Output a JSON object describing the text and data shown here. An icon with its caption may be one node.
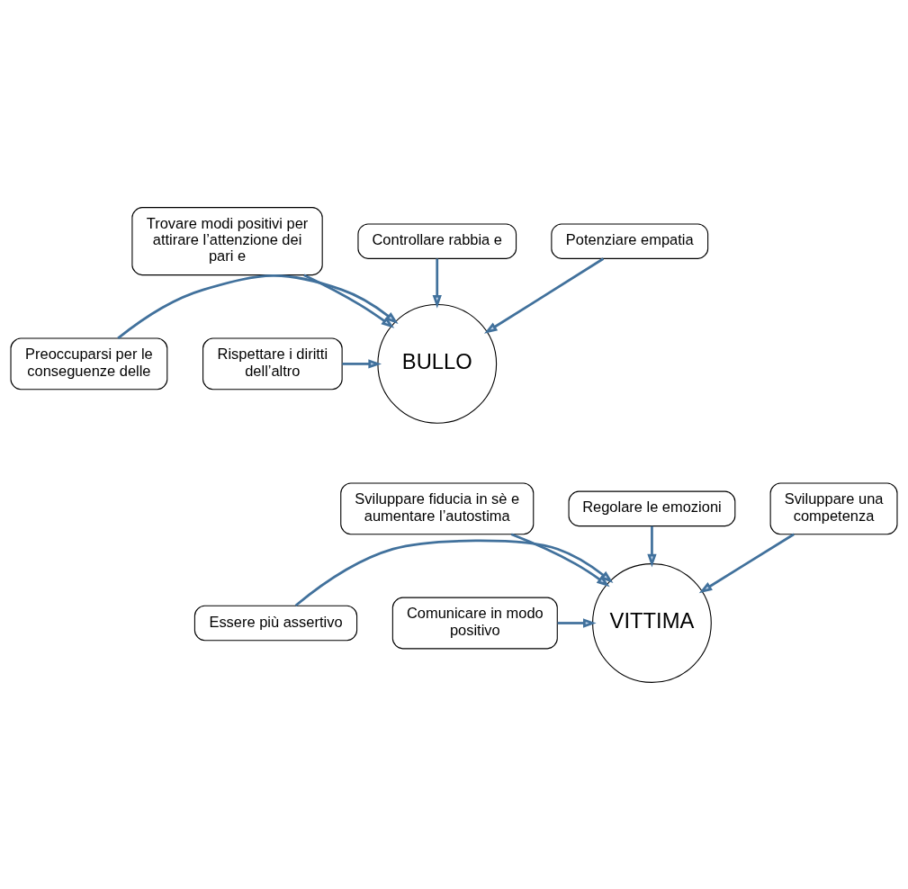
{
  "diagram": {
    "nodes": [
      {
        "text": [
          "Trovare modi positivi per attirare l’attenzione dei pari e"
        ]
      },
      {
        "text": [
          "Controllare rabbia e"
        ]
      },
      {
        "text": [
          "Potenziare empatia"
        ]
      },
      {
        "text": [
          "Preoccuparsi per le conseguenze delle"
        ]
      },
      {
        "text": [
          "BULLO"
        ]
      },
      {
        "text": [
          "Rispettare i diritti dell’altro"
        ]
      },
      {
        "text": [
          "Sviluppare fiducia in sè e aumentare l’autostima"
        ]
      },
      {
        "text": [
          "Regolare le emozioni"
        ]
      },
      {
        "text": [
          "Sviluppare una competenza"
        ]
      },
      {
        "text": [
          "Essere più assertivo"
        ]
      },
      {
        "text": [
          "VITTIMA"
        ]
      },
      {
        "text": [
          "Comunicare in modo positivo"
        ]
      }
    ],
    "edges": [
      {
        "from": 0,
        "to": 4,
        "arrow": "to"
      },
      {
        "from": 1,
        "to": 4,
        "arrow": "to"
      },
      {
        "from": 2,
        "to": 4,
        "arrow": "to"
      },
      {
        "from": 3,
        "to": 4,
        "arrow": "to"
      },
      {
        "from": 5,
        "to": 4,
        "arrow": "to"
      },
      {
        "from": 6,
        "to": 10,
        "arrow": "to"
      },
      {
        "from": 7,
        "to": 10,
        "arrow": "to"
      },
      {
        "from": 8,
        "to": 10,
        "arrow": "to"
      },
      {
        "from": 9,
        "to": 10,
        "arrow": "to"
      },
      {
        "from": 11,
        "to": 10,
        "arrow": "to"
      }
    ]
  }
}
